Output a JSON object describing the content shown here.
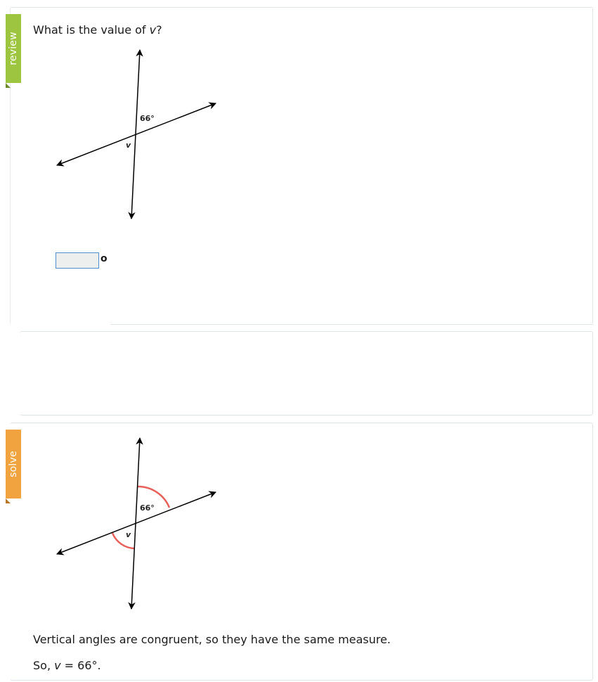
{
  "tabs": {
    "review": "review",
    "solve": "solve"
  },
  "question": {
    "prefix": "What is the value of ",
    "variable": "v",
    "suffix": "?"
  },
  "figure": {
    "angle_given": "66°",
    "angle_unknown": "v"
  },
  "answer": {
    "value": "",
    "unit": "o"
  },
  "solution": {
    "explanation": "Vertical angles are congruent, so they have the same measure.",
    "conclusion_prefix": "So, ",
    "conclusion_variable": "v",
    "conclusion_suffix": " = 66°."
  },
  "colors": {
    "review": "#9dc53f",
    "solve": "#f0a33f",
    "arc": "#e8605a",
    "input_border": "#4f8fcf"
  }
}
